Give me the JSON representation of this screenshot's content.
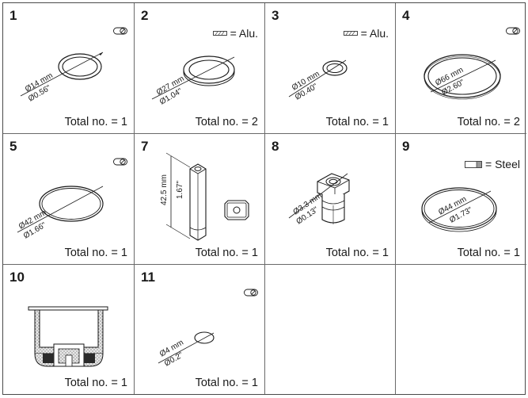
{
  "cells": [
    {
      "number": "1",
      "total": "Total no. = 1",
      "material_icon": "o-ring-section-icon",
      "material_label": "",
      "dim_mm": "Ø14 mm",
      "dim_in": "Ø0.56\""
    },
    {
      "number": "2",
      "total": "Total no. = 2",
      "material_icon": "flat-gasket-section-icon",
      "material_label": "= Alu.",
      "dim_mm": "Ø27 mm",
      "dim_in": "Ø1.04\""
    },
    {
      "number": "3",
      "total": "Total no. = 1",
      "material_icon": "flat-gasket-section-icon",
      "material_label": "= Alu.",
      "dim_mm": "Ø10 mm",
      "dim_in": "Ø0.40\""
    },
    {
      "number": "4",
      "total": "Total no. = 2",
      "material_icon": "o-ring-section-icon",
      "material_label": "",
      "dim_mm": "Ø66 mm",
      "dim_in": "Ø2.60\""
    },
    {
      "number": "5",
      "total": "Total no. = 1",
      "material_icon": "o-ring-section-icon",
      "material_label": "",
      "dim_mm": "Ø42 mm",
      "dim_in": "Ø1.66\""
    },
    {
      "number": "7",
      "total": "Total no. = 1",
      "material_icon": "",
      "material_label": "",
      "dim_mm": "42.5 mm",
      "dim_in": "1.67\""
    },
    {
      "number": "8",
      "total": "Total no. = 1",
      "material_icon": "",
      "material_label": "",
      "dim_mm": "Ø3.3 mm",
      "dim_in": "Ø0.13\""
    },
    {
      "number": "9",
      "total": "Total no. = 1",
      "material_icon": "steel-ring-section-icon",
      "material_label": "= Steel",
      "dim_mm": "Ø44 mm",
      "dim_in": "Ø1.73\""
    },
    {
      "number": "10",
      "total": "Total no. = 1",
      "material_icon": "",
      "material_label": "",
      "dim_mm": "",
      "dim_in": ""
    },
    {
      "number": "11",
      "total": "Total no. = 1",
      "material_icon": "o-ring-section-icon",
      "material_label": "",
      "dim_mm": "Ø4 mm",
      "dim_in": "Ø0.2\""
    }
  ],
  "colors": {
    "line": "#1a1a1a",
    "grid": "#6a6a6a",
    "fill_dark": "#2a2a2a",
    "fill_light": "#e8e8e8"
  }
}
